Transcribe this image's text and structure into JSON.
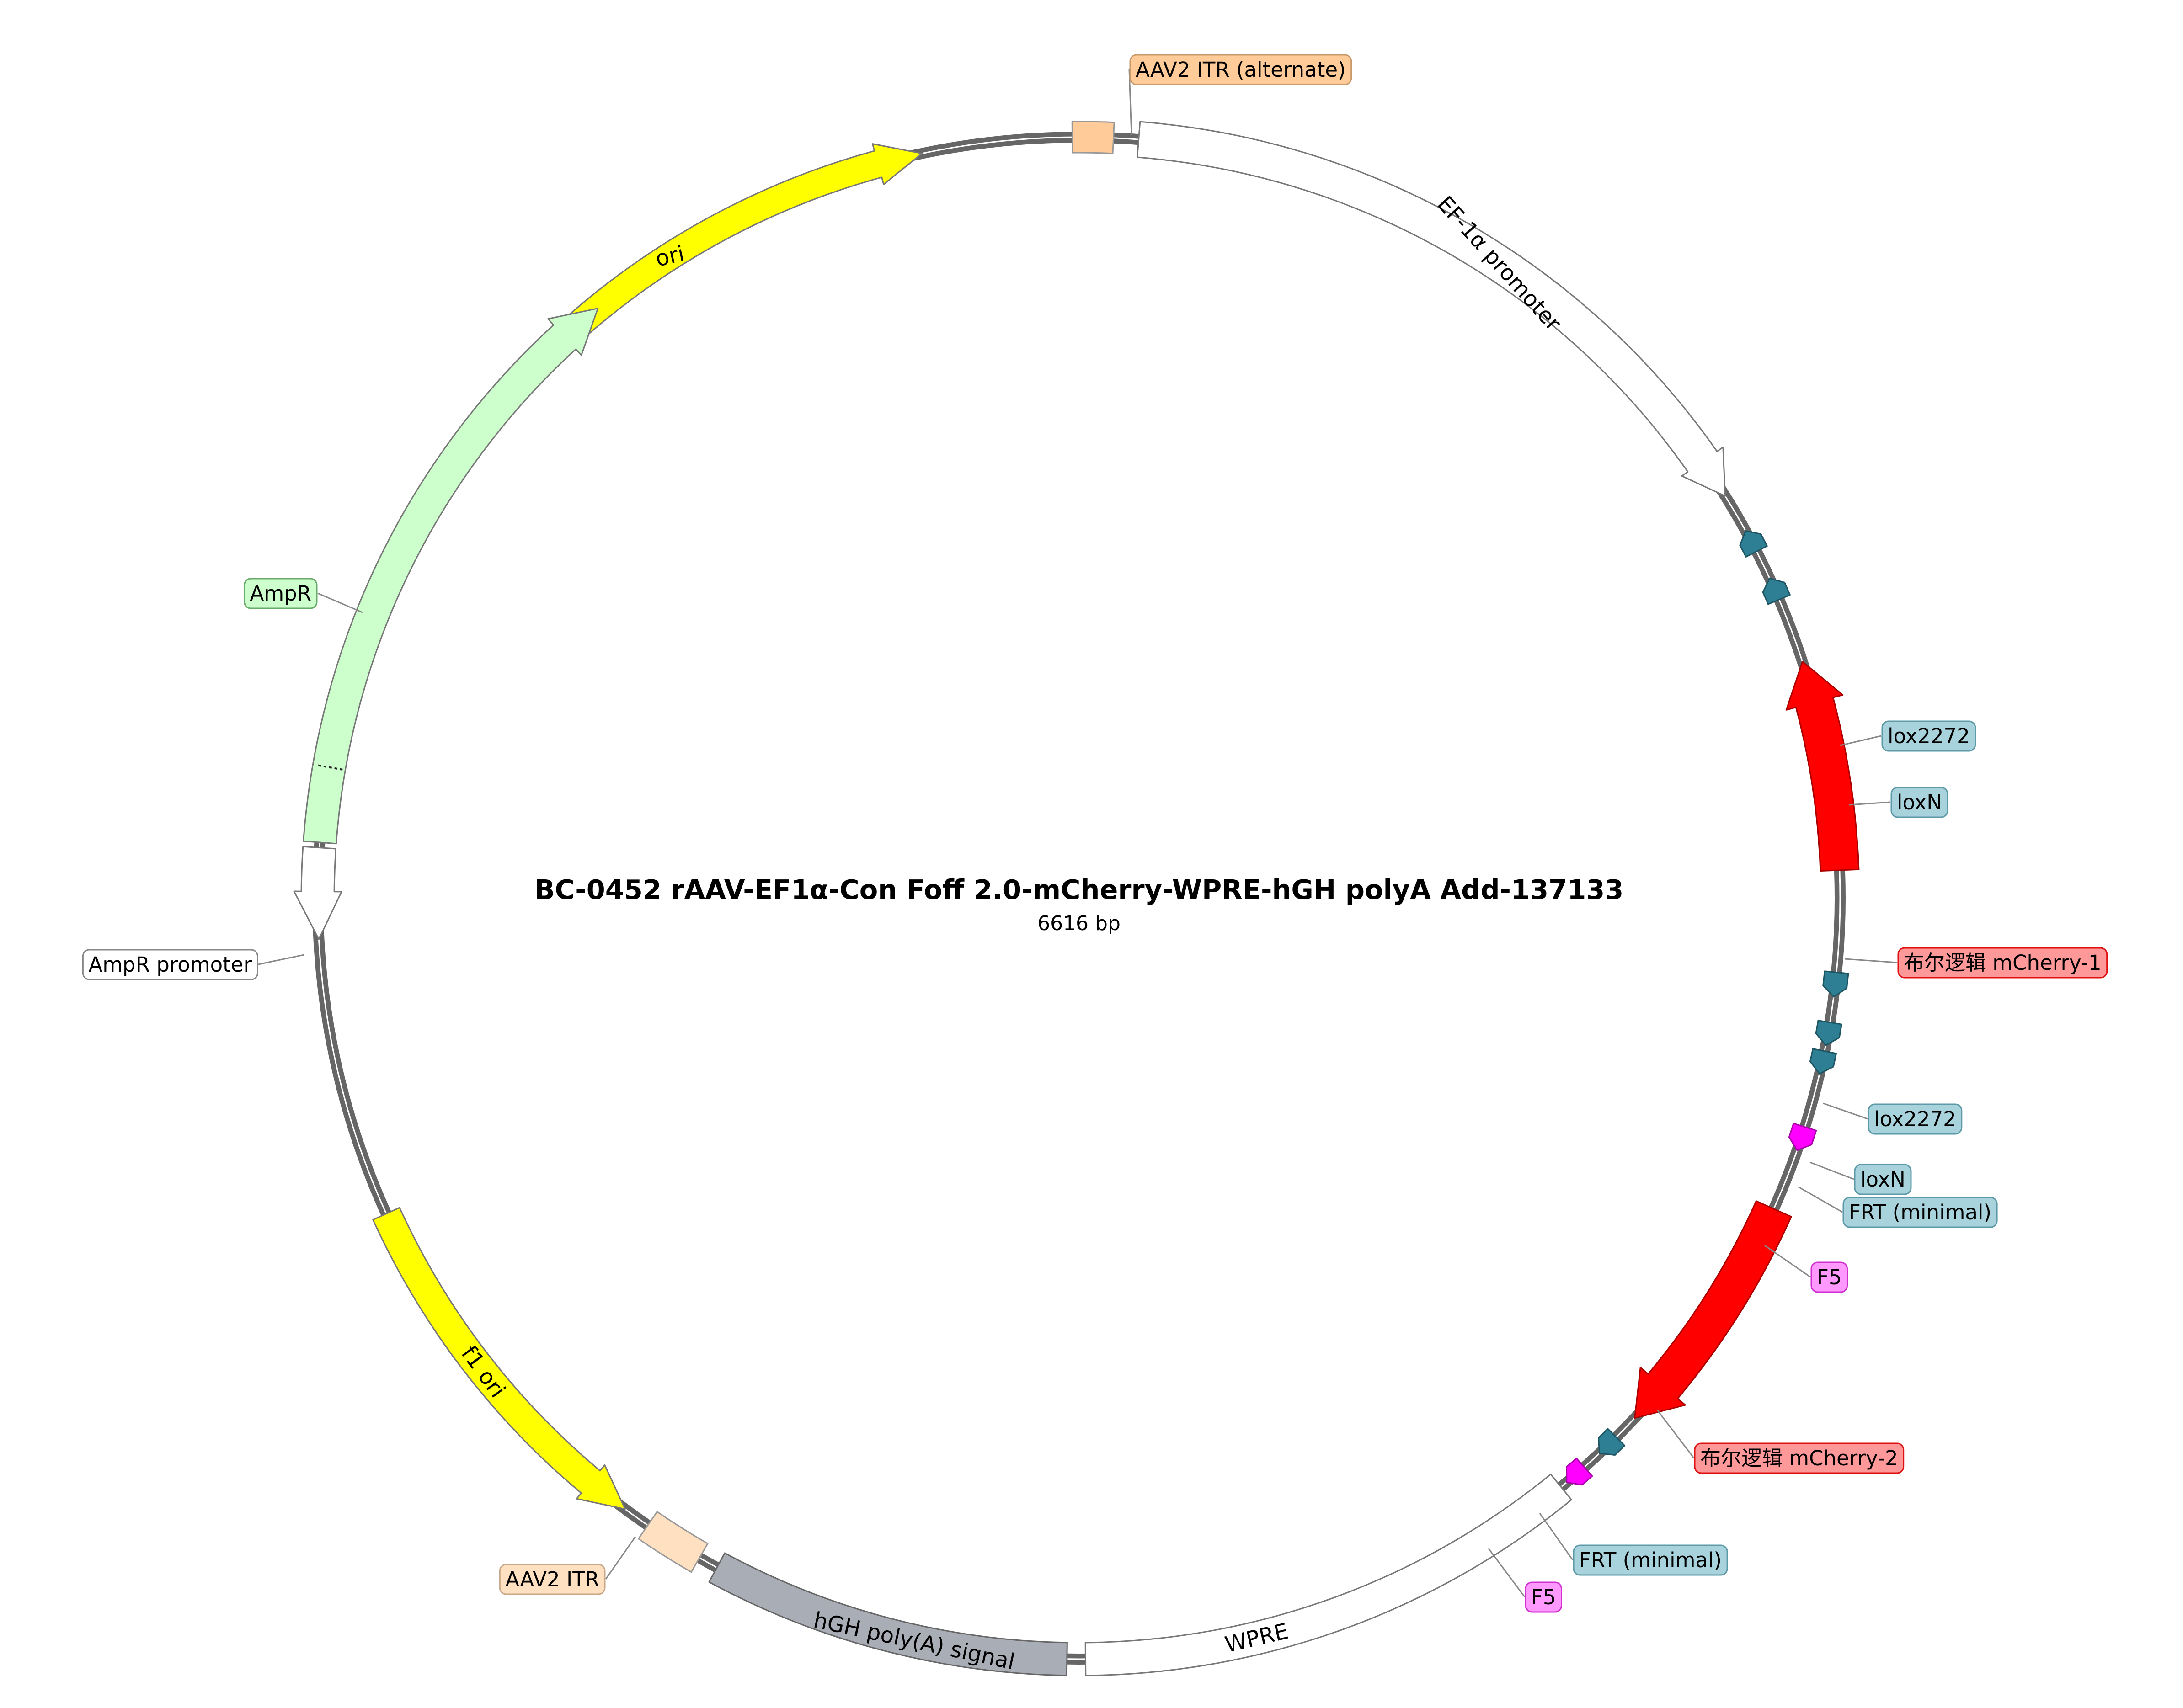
{
  "title": "BC-0452   rAAV-EF1α-Con Foff 2.0-mCherry-WPRE-hGH polyA      Add-137133",
  "size_label": "6616 bp",
  "features": [
    {
      "id": "ori",
      "label": "ori",
      "color": "#ffff00",
      "stroke": "#777777",
      "shape": "arrow-cw",
      "label_style": "inside"
    },
    {
      "id": "aav2-itr-alt",
      "label": "AAV2 ITR (alternate)",
      "color": "#ffcc99",
      "stroke": "#999999",
      "shape": "box",
      "label_style": "callout",
      "badge_bg": "#ffcc99",
      "badge_border": "#c99a6a"
    },
    {
      "id": "ef1a-promoter",
      "label": "EF-1α promoter",
      "color": "#ffffff",
      "stroke": "#777777",
      "shape": "arrow-cw",
      "label_style": "inside"
    },
    {
      "id": "lox2272-1",
      "label": "lox2272",
      "color": "#2f7f94",
      "stroke": "#1d5563",
      "shape": "site-ccw",
      "label_style": "callout",
      "badge_bg": "#a8d3dd",
      "badge_border": "#5d9aa8"
    },
    {
      "id": "loxn-1",
      "label": "loxN",
      "color": "#2f7f94",
      "stroke": "#1d5563",
      "shape": "site-ccw",
      "label_style": "callout",
      "badge_bg": "#a8d3dd",
      "badge_border": "#5d9aa8"
    },
    {
      "id": "mcherry-1",
      "label": "布尔逻辑 mCherry-1",
      "color": "#ff0000",
      "stroke": "#aa0000",
      "shape": "arrow-ccw",
      "label_style": "callout",
      "badge_bg": "#ff9999",
      "badge_border": "#e01010"
    },
    {
      "id": "lox2272-2",
      "label": "lox2272",
      "color": "#2f7f94",
      "stroke": "#1d5563",
      "shape": "site-cw",
      "label_style": "callout",
      "badge_bg": "#a8d3dd",
      "badge_border": "#5d9aa8"
    },
    {
      "id": "loxn-2",
      "label": "loxN",
      "color": "#2f7f94",
      "stroke": "#1d5563",
      "shape": "site-cw",
      "label_style": "callout",
      "badge_bg": "#a8d3dd",
      "badge_border": "#5d9aa8"
    },
    {
      "id": "frt-1",
      "label": "FRT (minimal)",
      "color": "#2f7f94",
      "stroke": "#1d5563",
      "shape": "site-cw",
      "label_style": "callout",
      "badge_bg": "#a8d3dd",
      "badge_border": "#5d9aa8"
    },
    {
      "id": "f5-1",
      "label": "F5",
      "color": "#ff00ff",
      "stroke": "#aa00aa",
      "shape": "site-cw",
      "label_style": "callout",
      "badge_bg": "#ff99ff",
      "badge_border": "#d030d0"
    },
    {
      "id": "mcherry-2",
      "label": "布尔逻辑 mCherry-2",
      "color": "#ff0000",
      "stroke": "#aa0000",
      "shape": "arrow-cw",
      "label_style": "callout",
      "badge_bg": "#ff9999",
      "badge_border": "#e01010"
    },
    {
      "id": "frt-2",
      "label": "FRT (minimal)",
      "color": "#2f7f94",
      "stroke": "#1d5563",
      "shape": "site-cw",
      "label_style": "callout",
      "badge_bg": "#a8d3dd",
      "badge_border": "#5d9aa8"
    },
    {
      "id": "f5-2",
      "label": "F5",
      "color": "#ff00ff",
      "stroke": "#aa00aa",
      "shape": "site-cw",
      "label_style": "callout",
      "badge_bg": "#ff99ff",
      "badge_border": "#d030d0"
    },
    {
      "id": "wpre",
      "label": "WPRE",
      "color": "#ffffff",
      "stroke": "#777777",
      "shape": "box",
      "label_style": "inside"
    },
    {
      "id": "hgh-polya",
      "label": "hGH poly(A) signal",
      "color": "#a9adb5",
      "stroke": "#666666",
      "shape": "box",
      "label_style": "inside"
    },
    {
      "id": "aav2-itr",
      "label": "AAV2 ITR",
      "color": "#ffe0c0",
      "stroke": "#999999",
      "shape": "box",
      "label_style": "callout",
      "badge_bg": "#ffe0c0",
      "badge_border": "#c9a88a"
    },
    {
      "id": "f1-ori",
      "label": "f1 ori",
      "color": "#ffff00",
      "stroke": "#777777",
      "shape": "arrow-ccw",
      "label_style": "inside"
    },
    {
      "id": "ampr-promoter",
      "label": "AmpR promoter",
      "color": "#ffffff",
      "stroke": "#777777",
      "shape": "arrow-ccw",
      "label_style": "callout",
      "badge_bg": "#ffffff",
      "badge_border": "#888888"
    },
    {
      "id": "ampr",
      "label": "AmpR",
      "color": "#ccffcc",
      "stroke": "#777777",
      "shape": "arrow-cw",
      "label_style": "callout",
      "badge_bg": "#ccffcc",
      "badge_border": "#6aaa6a"
    }
  ]
}
